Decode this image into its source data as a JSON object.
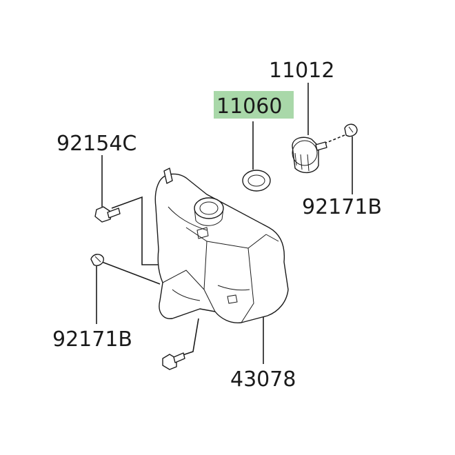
{
  "colors": {
    "highlight": "#a9d8a9",
    "ink": "#1a1a1a"
  },
  "labels": {
    "cap": "11012",
    "gasket": "11060",
    "bolt": "92154C",
    "clamp_right": "92171B",
    "clamp_left": "92171B",
    "tank": "43078"
  },
  "parts": [
    {
      "name": "reservoir-tank",
      "ref": "43078"
    },
    {
      "name": "filler-cap",
      "ref": "11012"
    },
    {
      "name": "cap-gasket",
      "ref": "11060"
    },
    {
      "name": "mounting-bolt",
      "ref": "92154C"
    },
    {
      "name": "hose-clamp",
      "ref": "92171B"
    }
  ]
}
